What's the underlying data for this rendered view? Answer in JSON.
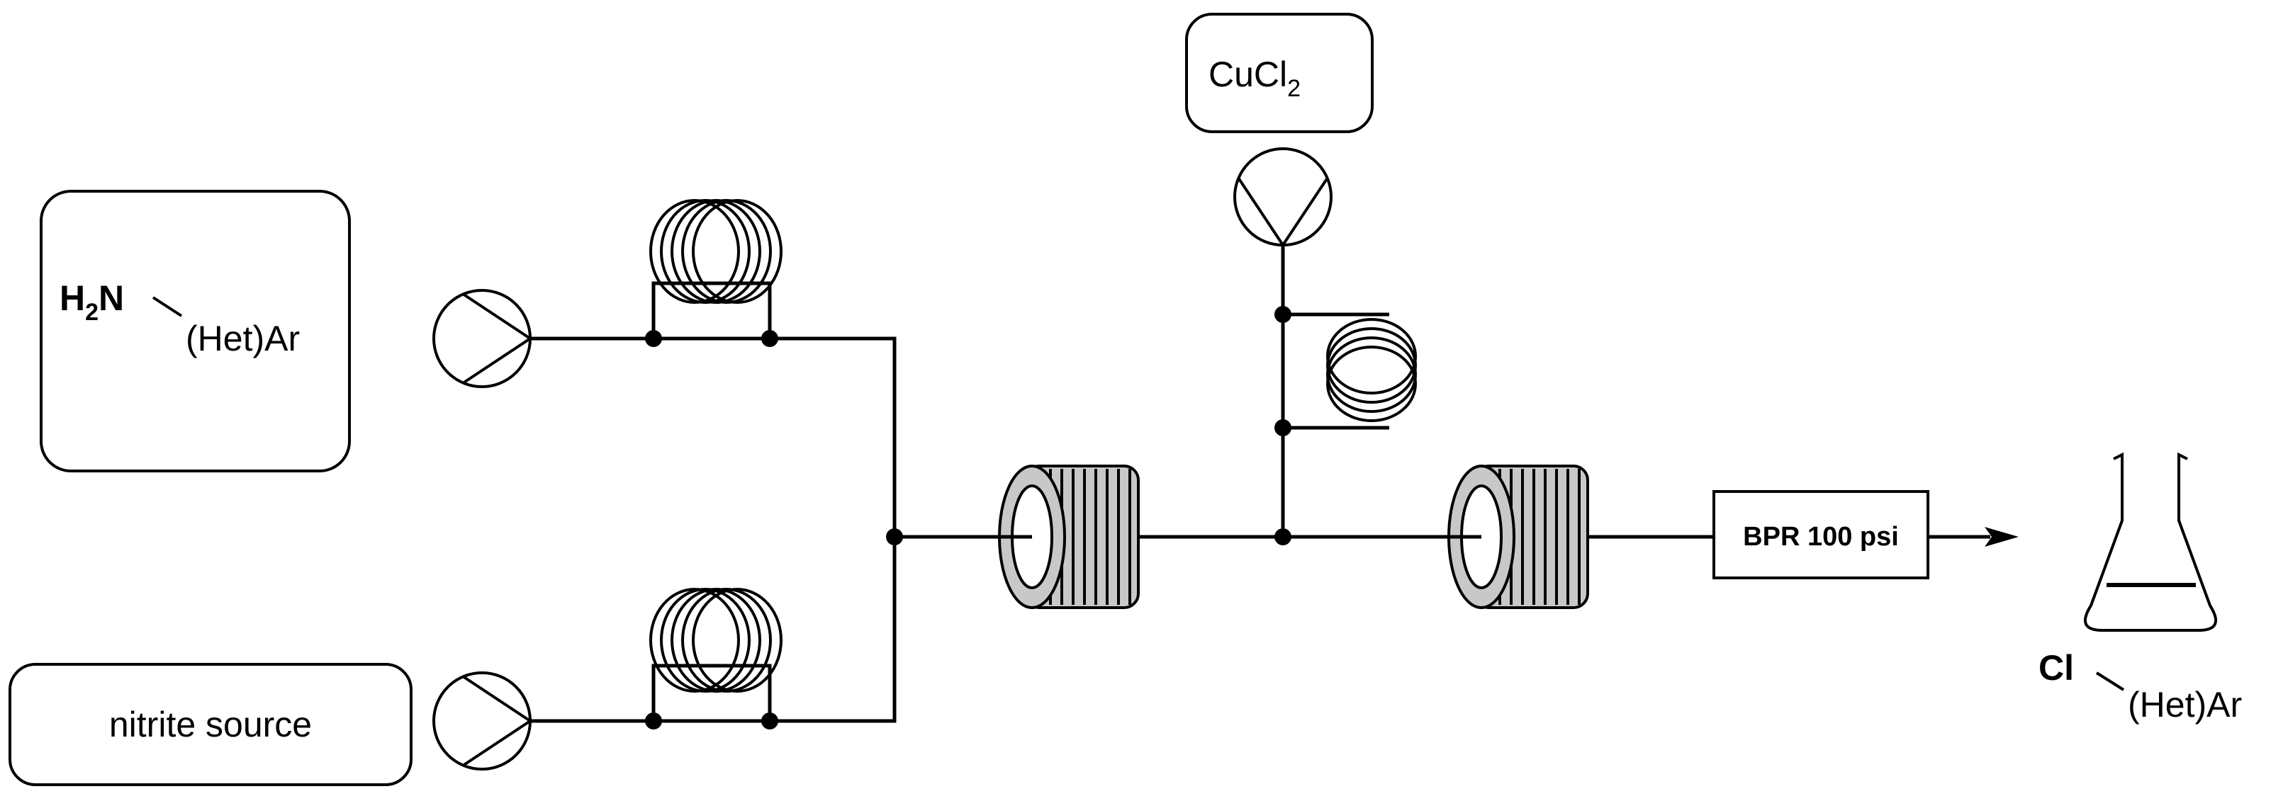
{
  "reagents": {
    "amine": {
      "formula": "H",
      "sub": "2",
      "atom": "N",
      "group": "(Het)Ar"
    },
    "nitrite": "nitrite source",
    "copper": {
      "base": "CuCl",
      "sub": "2"
    }
  },
  "bpr": "BPR 100 psi",
  "product": {
    "atom": "Cl",
    "group": "(Het)Ar"
  },
  "colors": {
    "line": "#000000",
    "reactor_fill": "#c8c8c8",
    "background": "#ffffff"
  }
}
